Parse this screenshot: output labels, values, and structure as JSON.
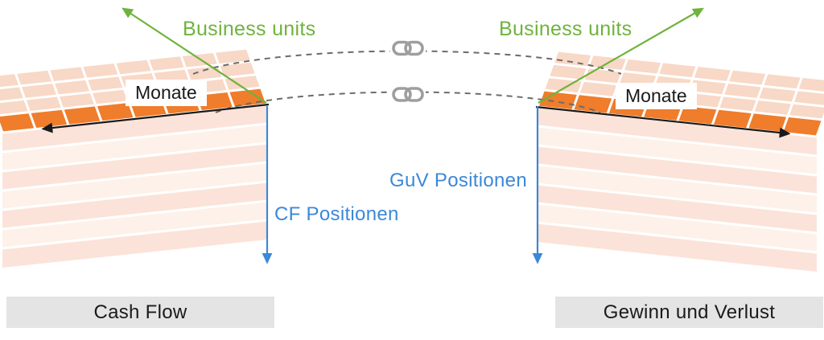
{
  "left_cube": {
    "axis_up": "Business units",
    "axis_across": "Monate",
    "axis_down": "CF Positionen",
    "caption": "Cash Flow"
  },
  "right_cube": {
    "axis_up": "Business units",
    "axis_across": "Monate",
    "axis_down": "GuV Positionen",
    "caption": "Gewinn und Verlust"
  },
  "icons": {
    "connector_top": "chain-link-icon",
    "connector_bottom": "chain-link-icon"
  },
  "colors": {
    "green": "#6fb33d",
    "blue": "#3b88d8",
    "orange": "#ef7d2b",
    "cell_peach": "#f8d8c6",
    "stripe_pink": "#fbe3d9",
    "stripe_pale": "#fdf1ea",
    "axis_black": "#1a1a1a",
    "connector_gray": "#6b6b6b",
    "chain_gray": "#9e9e9e",
    "caption_bg": "#e4e4e4",
    "text_dark": "#1a1a1a"
  }
}
